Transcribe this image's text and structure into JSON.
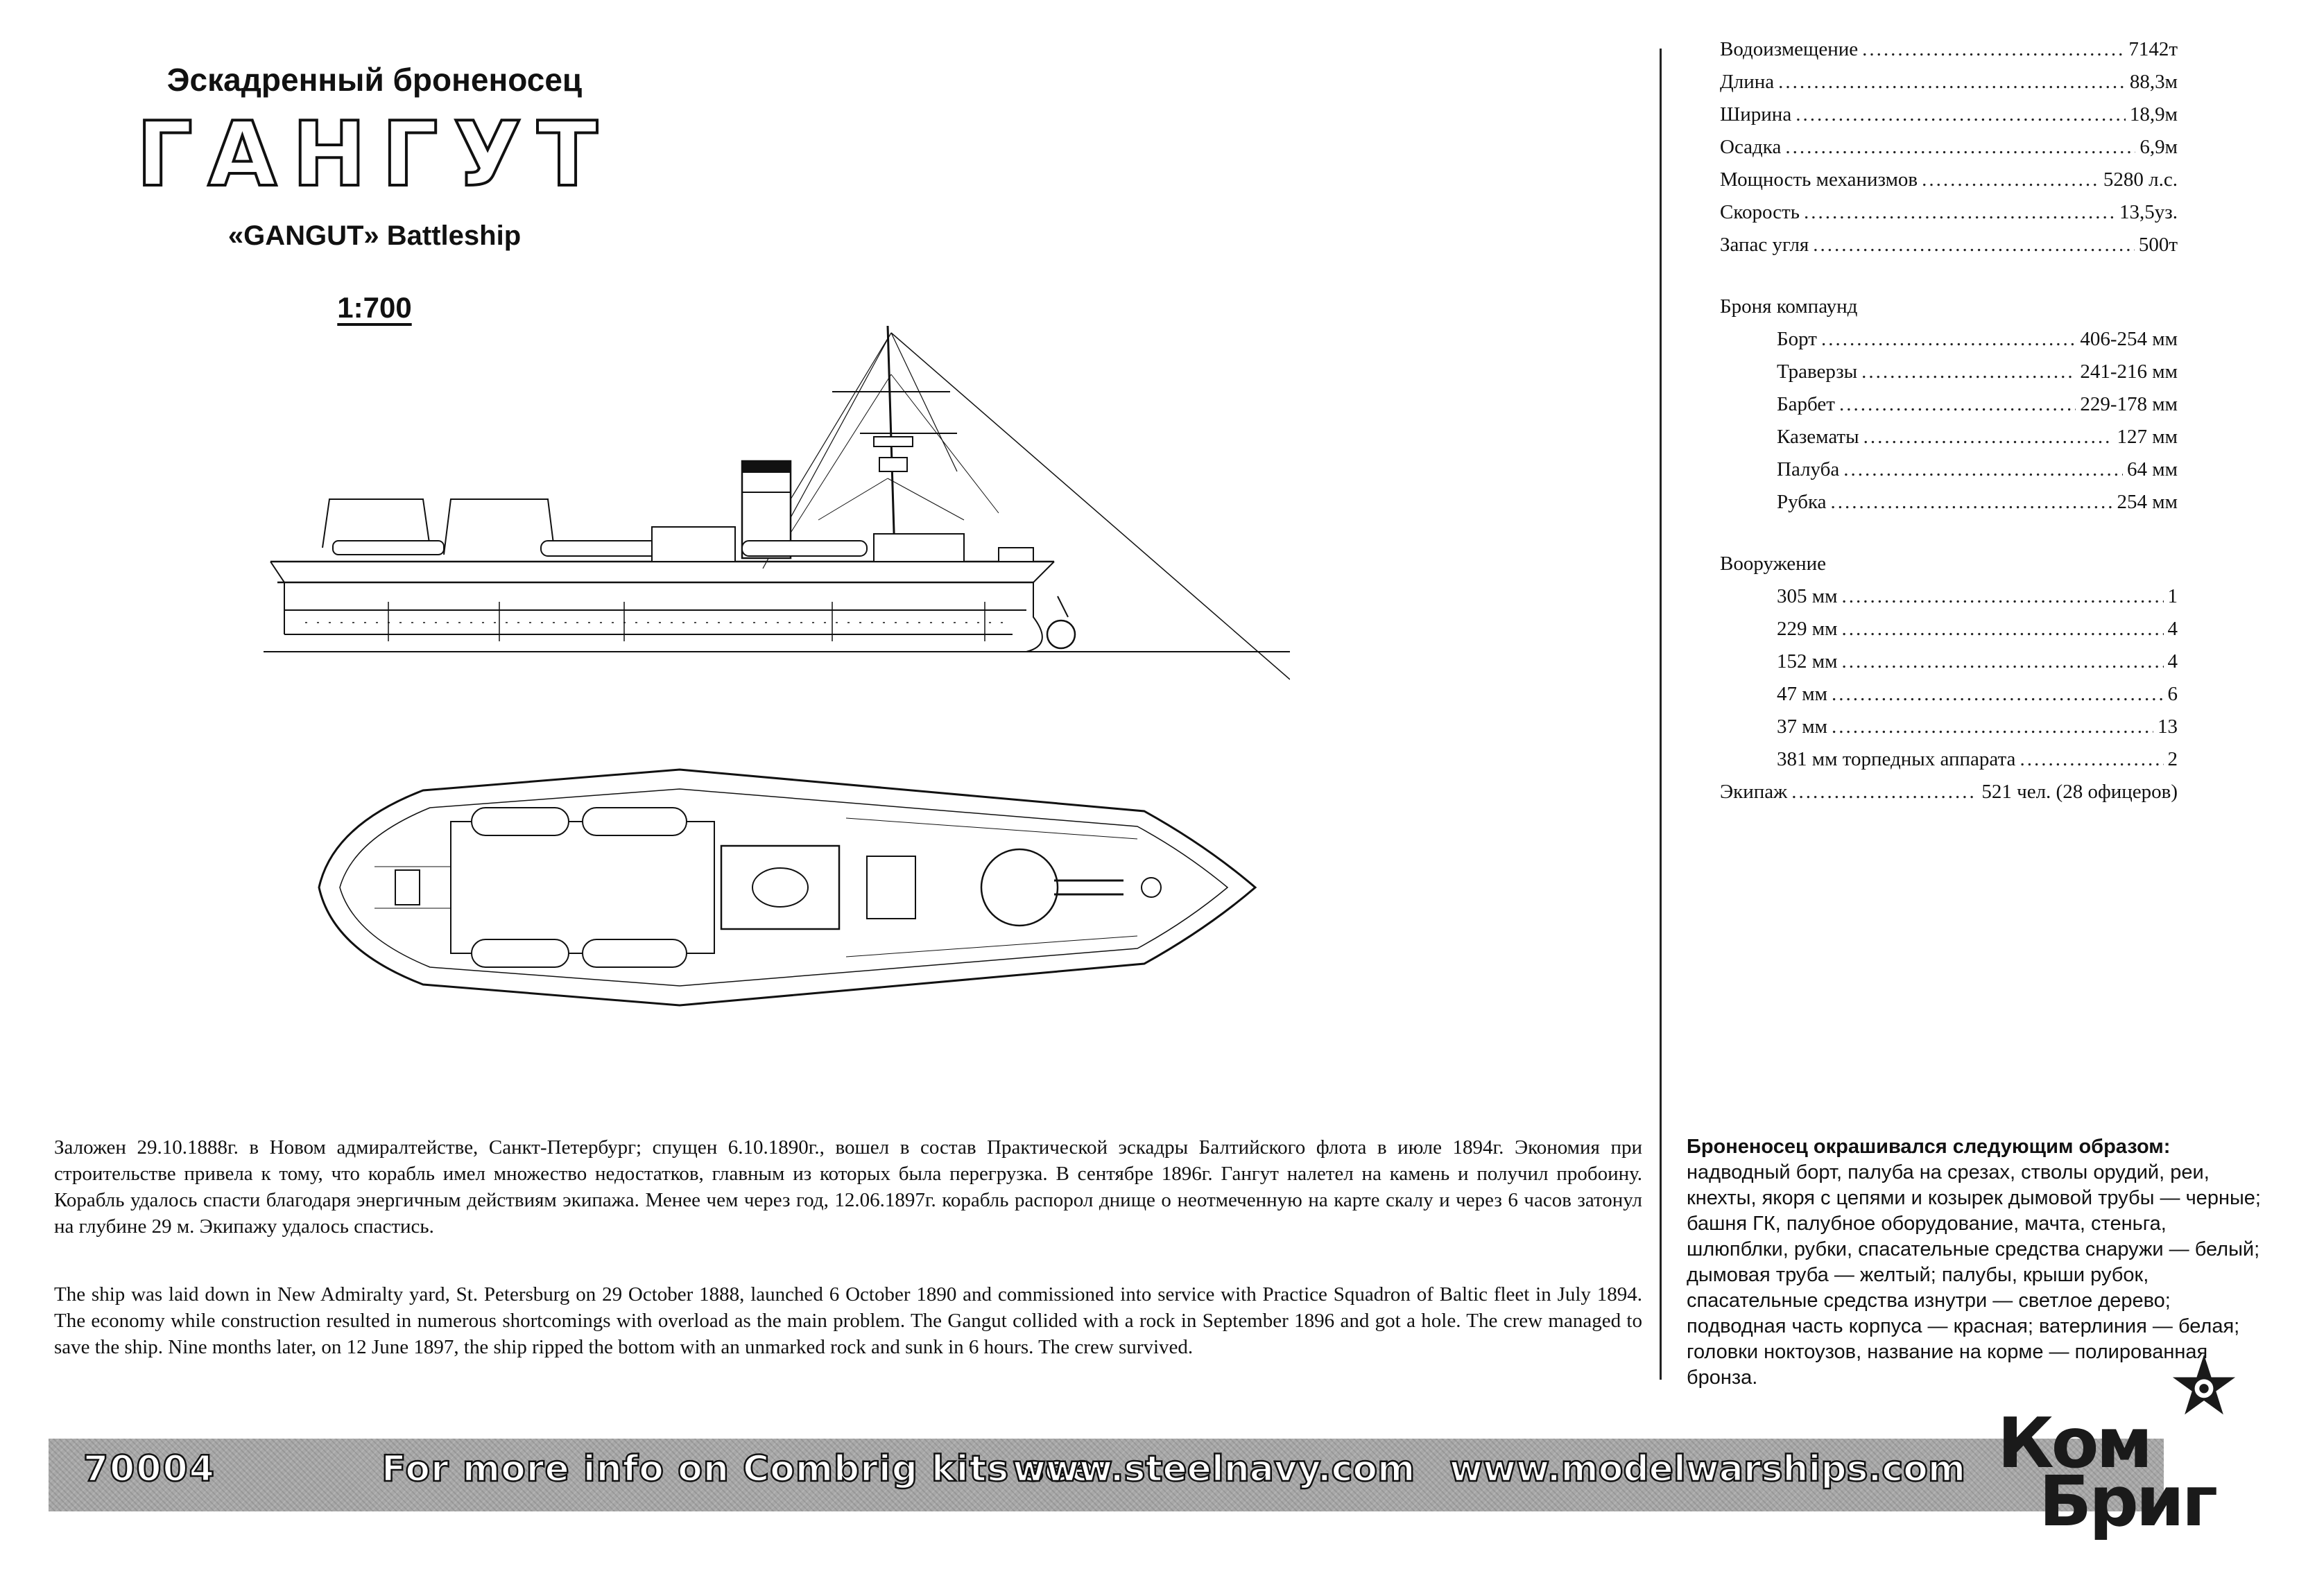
{
  "header": {
    "subtitle_ru": "Эскадренный броненосец",
    "title": "ГАНГУТ",
    "subtitle_en": "«GANGUT» Battleship",
    "scale": "1:700"
  },
  "specs": {
    "main": [
      {
        "label": "Водоизмещение",
        "value": "7142т"
      },
      {
        "label": "Длина",
        "value": "88,3м"
      },
      {
        "label": "Ширина",
        "value": "18,9м"
      },
      {
        "label": "Осадка",
        "value": "6,9м"
      },
      {
        "label": "Мощность механизмов",
        "value": "5280 л.с."
      },
      {
        "label": "Скорость",
        "value": "13,5уз."
      },
      {
        "label": "Запас угля",
        "value": "500т"
      }
    ],
    "armor_title": "Броня компаунд",
    "armor": [
      {
        "label": "Борт",
        "value": "406-254 мм"
      },
      {
        "label": "Траверзы",
        "value": "241-216 мм"
      },
      {
        "label": "Барбет",
        "value": "229-178 мм"
      },
      {
        "label": "Казематы",
        "value": "127 мм"
      },
      {
        "label": "Палуба",
        "value": "64 мм"
      },
      {
        "label": "Рубка",
        "value": "254 мм"
      }
    ],
    "armament_title": "Вооружение",
    "armament": [
      {
        "label": "305 мм",
        "value": "1"
      },
      {
        "label": "229 мм",
        "value": "4"
      },
      {
        "label": "152 мм",
        "value": "4"
      },
      {
        "label": "47 мм",
        "value": "6"
      },
      {
        "label": "37 мм",
        "value": "13"
      },
      {
        "label": "381 мм торпедных аппарата",
        "value": "2"
      }
    ],
    "crew": {
      "label": "Экипаж",
      "value": "521 чел. (28 офицеров)"
    }
  },
  "history": {
    "ru": "Заложен 29.10.1888г. в Новом адмиралтействе, Санкт-Петербург; спущен 6.10.1890г., вошел в состав Практической эскадры Балтийского флота в июле 1894г. Экономия при строительстве привела к тому, что корабль имел множество недостатков, главным из которых была перегрузка. В сентябре 1896г. Гангут налетел на камень и получил пробоину. Корабль удалось спасти благодаря энергичным действиям экипажа. Менее чем через год, 12.06.1897г. корабль распорол днище о неотмеченную на карте скалу и через 6 часов затонул на глубине 29 м. Экипажу удалось спастись.",
    "en": "The ship was laid down in New Admiralty yard, St. Petersburg on 29 October 1888, launched 6 October 1890 and commissioned into service with Practice Squadron of Baltic fleet in July 1894. The economy while construction resulted in numerous shortcomings with overload as the main problem. The Gangut collided with a rock in September 1896 and got a hole. The crew managed to save the ship. Nine months later, on 12 June 1897, the ship ripped the bottom with an unmarked rock and sunk in 6 hours. The crew survived."
  },
  "paint": {
    "lead": "Броненосец окрашивался следующим образом:",
    "text": " надводный борт, палуба на срезах, стволы орудий, реи, кнехты, якоря с цепями и козырек дымовой трубы — черные; башня ГК, палубное оборудование, мачта, стеньга, шлюпблки, рубки, спасательные средства снаружи — белый; дымовая труба — желтый; палубы, крыши рубок, спасательные средства изнутри — светлое дерево; подводная часть корпуса — красная; ватерлиния — белая; головки ноктоузов, название на корме — полированная бронза."
  },
  "footer": {
    "kit_number": "70004",
    "more_info": "For more info on Combrig kits see:",
    "site_1": "www.steelnavy.com",
    "site_2": "www.modelwarships.com"
  },
  "logo": {
    "line1": "Ком",
    "line2": "Бриг",
    "star_icon": "star-emblem-icon"
  },
  "colors": {
    "band": "#a8a8a8",
    "ink": "#111111"
  }
}
